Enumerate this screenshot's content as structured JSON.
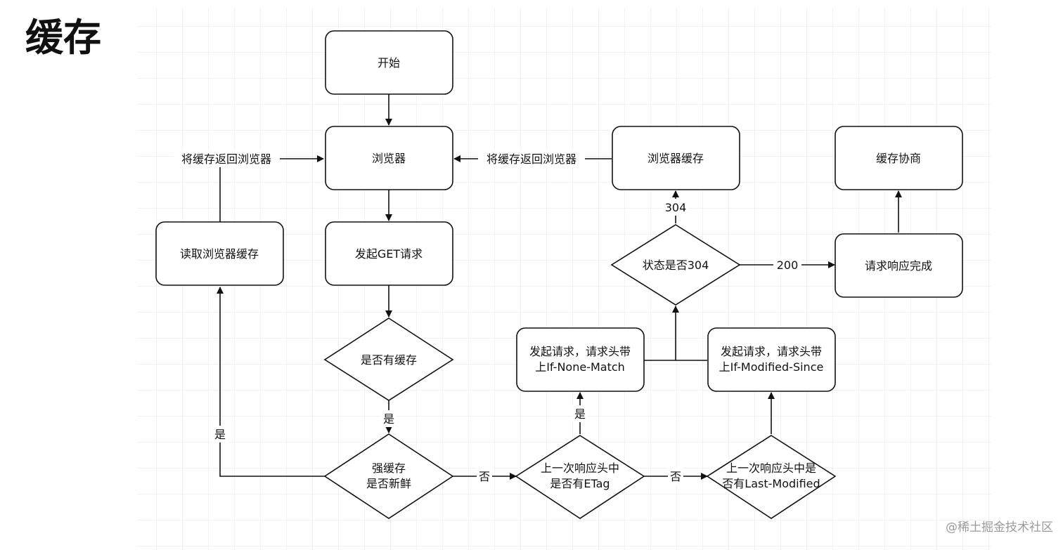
{
  "title": "缓存",
  "watermark": "@稀土掘金技术社区",
  "nodes": {
    "start": "开始",
    "browser": "浏览器",
    "send_get": "发起GET请求",
    "has_cache": "是否有缓存",
    "strong_cache": [
      "强缓存",
      "是否新鲜"
    ],
    "read_cache": "读取浏览器缓存",
    "etag_check": [
      "上一次响应头中",
      "是否有ETag"
    ],
    "last_modified_check": [
      "上一次响应头中是",
      "否有Last-Modified"
    ],
    "req_none_match": [
      "发起请求，请求头带",
      "上If-None-Match"
    ],
    "req_modified_since": [
      "发起请求，请求头带",
      "上If-Modified-Since"
    ],
    "status_304": "状态是否304",
    "browser_cache": "浏览器缓存",
    "request_complete": "请求响应完成",
    "cache_negotiation": "缓存协商"
  },
  "edge_labels": {
    "return_left": "将缓存返回浏览器",
    "return_right": "将缓存返回浏览器",
    "yes_has_cache": "是",
    "yes_fresh": "是",
    "no_fresh": "否",
    "yes_etag": "是",
    "no_etag": "否",
    "code_304": "304",
    "code_200": "200"
  }
}
